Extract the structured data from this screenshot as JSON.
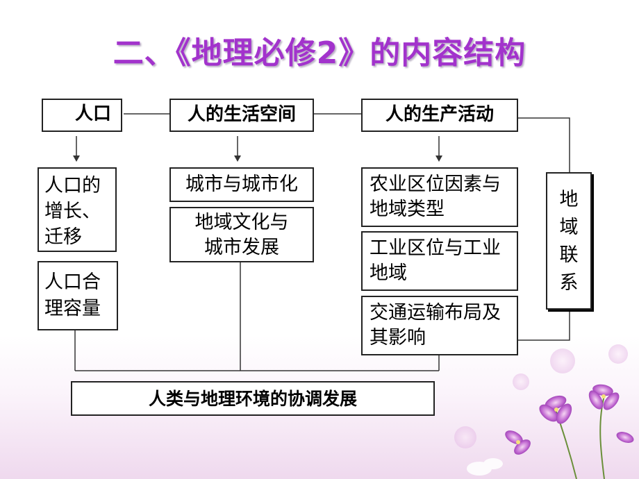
{
  "title": "二、《地理必修2》的内容结构",
  "nodes": {
    "population": "人口",
    "living_space": "人的生活空间",
    "production": "人的生产活动",
    "pop_growth": "人口的增长、迁移",
    "pop_capacity": "人口合理容量",
    "urban": "城市与城市化",
    "culture": "地域文化与城市发展",
    "agri": "农业区位因素与地域类型",
    "industry": "工业区位与工业地域",
    "transport": "交通运输布局及其影响",
    "region_link": "地域联系",
    "harmony": "人类与地理环境的协调发展"
  },
  "colors": {
    "title": "#a233cc",
    "flower": "#b04fc6"
  }
}
